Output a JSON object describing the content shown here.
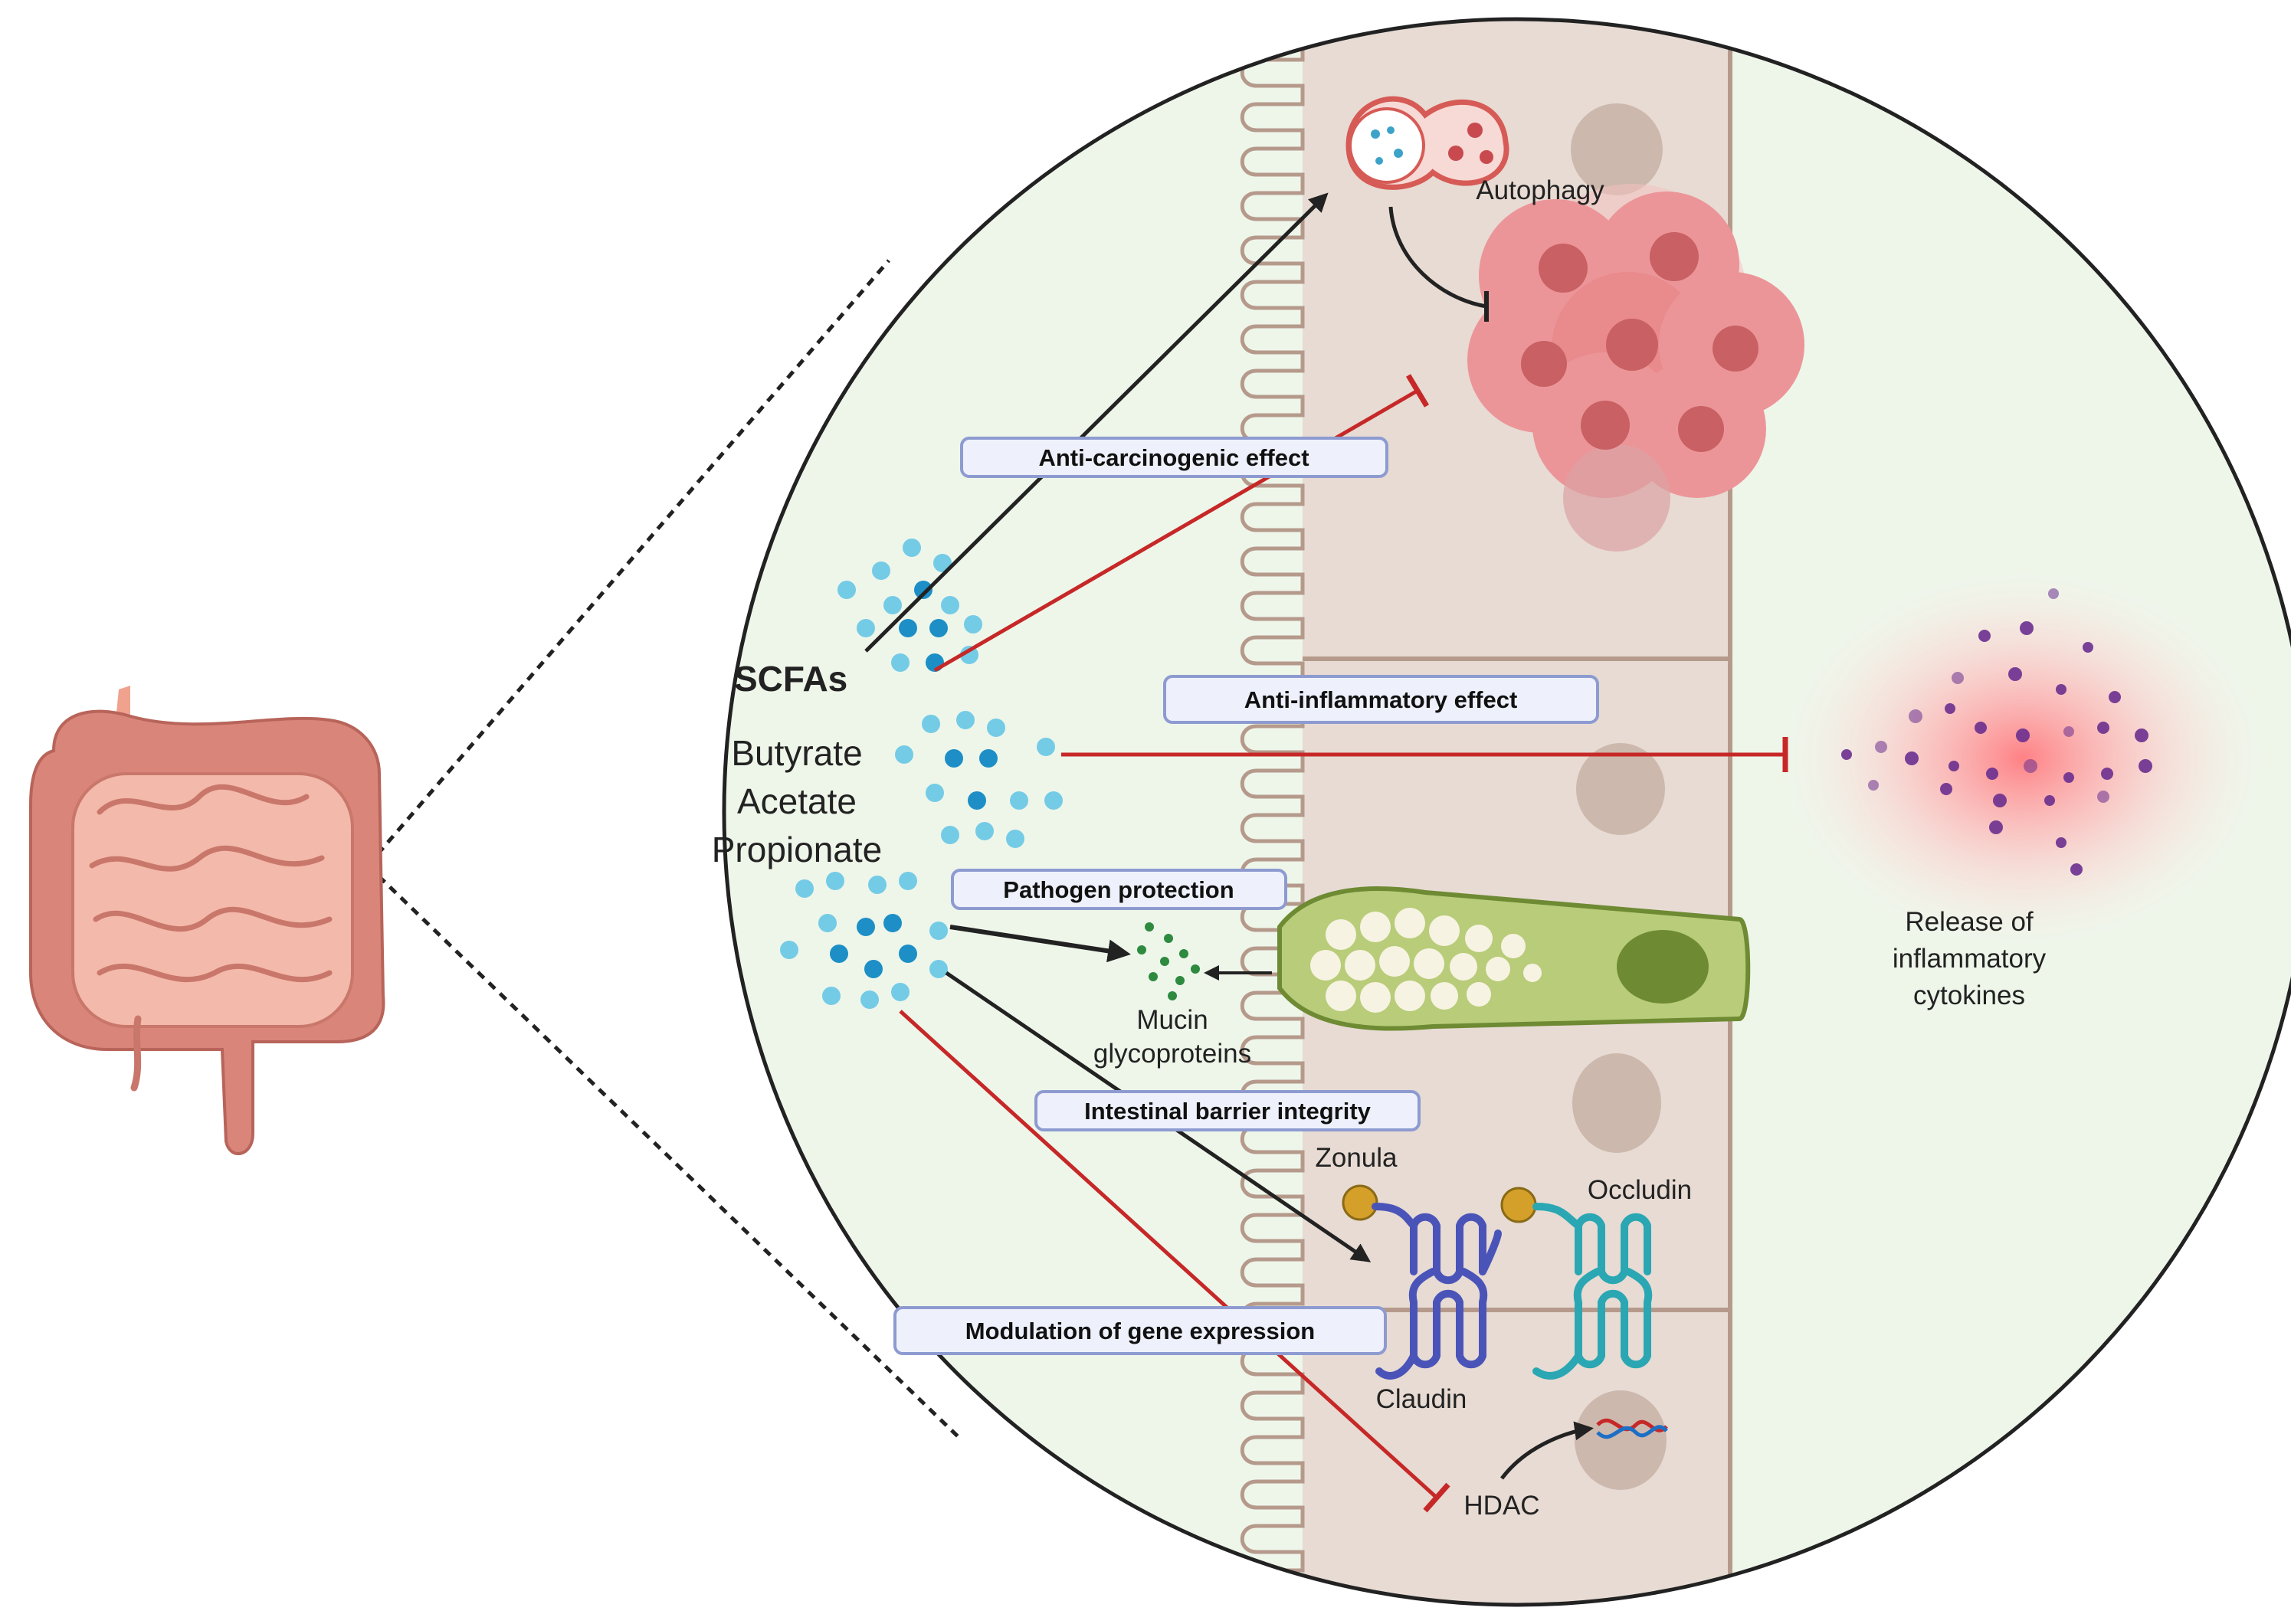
{
  "scfa": {
    "title": "SCFAs",
    "names": [
      "Butyrate",
      "Acetate",
      "Propionate"
    ]
  },
  "effects": {
    "anti_carcinogenic": "Anti-carcinogenic effect",
    "anti_inflammatory": "Anti-inflammatory effect",
    "pathogen_protection": "Pathogen protection",
    "barrier_integrity": "Intestinal barrier integrity",
    "gene_expression": "Modulation of gene expression"
  },
  "labels": {
    "autophagy": "Autophagy",
    "mucin_line1": "Mucin",
    "mucin_line2": "glycoproteins",
    "zonula": "Zonula",
    "occludin": "Occludin",
    "claudin": "Claudin",
    "hdac": "HDAC",
    "cytokines_line1": "Release of",
    "cytokines_line2": "inflammatory",
    "cytokines_line3": "cytokines"
  },
  "colors": {
    "background_tint": "#eef6ea",
    "epithelium": "#e7dbd3",
    "cell_border": "#b59a8c",
    "nucleus": "#cdb8ad",
    "scfa_dark": "#1d8fc6",
    "scfa_light": "#74cbe6",
    "activation_arrow": "#222222",
    "inhibition_line": "#c62828",
    "goblet_cell": "#b8cc7a",
    "goblet_nucleus": "#6e8a33",
    "tumor": "#e98a8d",
    "cytokine": "#6a2f8f",
    "zonula": "#d4a02a",
    "claudin": "#4a54b8",
    "occludin": "#2aa7b3",
    "label_box_fill": "#eef1fb",
    "label_box_stroke": "#8d9bd1",
    "intestine": "#e39b8e"
  }
}
